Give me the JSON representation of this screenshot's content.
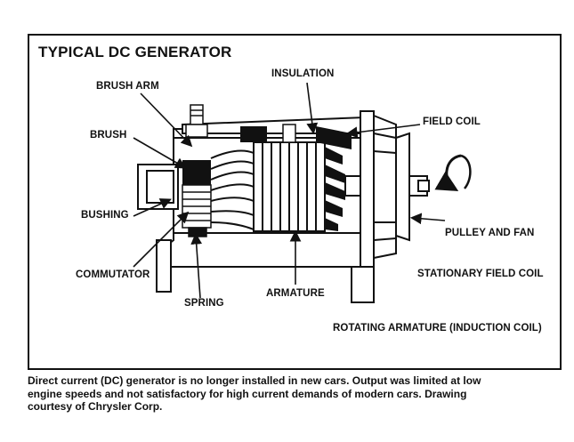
{
  "title": "TYPICAL DC GENERATOR",
  "labels": {
    "brush_arm": "BRUSH ARM",
    "brush": "BRUSH",
    "bushing": "BUSHING",
    "commutator": "COMMUTATOR",
    "spring": "SPRING",
    "armature": "ARMATURE",
    "insulation": "INSULATION",
    "field_coil": "FIELD COIL",
    "pulley_and_fan": "PULLEY AND FAN",
    "stationary_field_coil": "STATIONARY FIELD COIL",
    "rotating_armature": "ROTATING ARMATURE (INDUCTION COIL)"
  },
  "caption": {
    "line1": "Direct current (DC) generator is no longer installed in new cars. Output was limited at low",
    "line2": "engine speeds and not satisfactory for high current demands of modern cars. Drawing",
    "line3": "courtesy of Chrysler Corp."
  }
}
